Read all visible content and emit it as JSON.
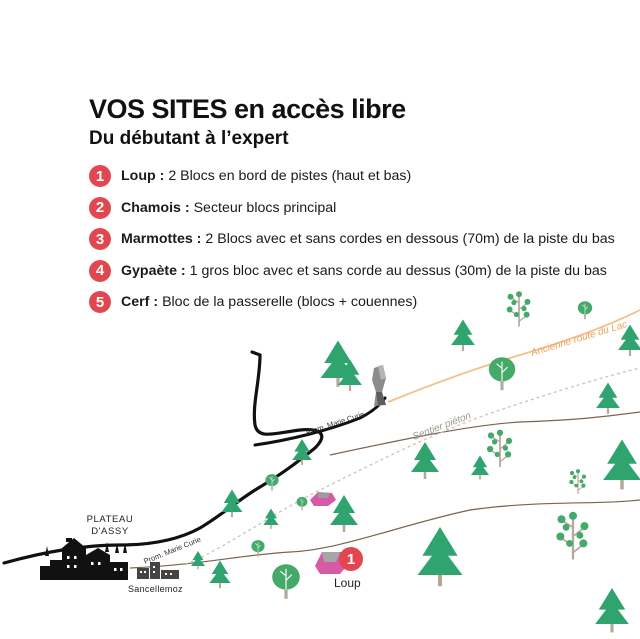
{
  "title": "VOS SITES en accès libre",
  "subtitle": "Du débutant à l’expert",
  "sites": [
    {
      "number": "1",
      "name": "Loup :",
      "description": "2 Blocs en bord de pistes (haut et bas)"
    },
    {
      "number": "2",
      "name": "Chamois :",
      "description": "Secteur blocs principal"
    },
    {
      "number": "3",
      "name": "Marmottes :",
      "description": "2 Blocs avec et sans cordes en dessous (70m) de la piste du bas"
    },
    {
      "number": "4",
      "name": "Gypaète :",
      "description": "1 gros bloc avec et sans corde au dessus (30m) de la piste du bas"
    },
    {
      "number": "5",
      "name": "Cerf :",
      "description": "Bloc de la passerelle (blocs + couennes)"
    }
  ],
  "map": {
    "plateau_label_line1": "PLATEAU",
    "plateau_label_line2": "D'ASSY",
    "sancellemoz_label": "Sancellemoz",
    "prom_upper_label": "Prom. Marie Curie",
    "prom_lower_label": "Prom. Marie Curie",
    "ancienne_route_label": "Ancienne route du Lac",
    "sentier_label": "Sentier piéton",
    "marker_number": "1",
    "marker_label": "Loup"
  },
  "colors": {
    "accent": "#e2474f",
    "tree_conifer": "#2fa46f",
    "tree_deciduous": "#45a96a",
    "road": "#111111",
    "orange_route": "#f3c08b",
    "dirt_trail": "#7a6450",
    "footpath": "#c8c4bd",
    "rock_pink": "#d65aa5"
  },
  "icons": [
    "conifer-tree-icon",
    "deciduous-tree-icon",
    "boulder-icon",
    "rock-pillar-icon",
    "church-icon",
    "building-icon"
  ]
}
